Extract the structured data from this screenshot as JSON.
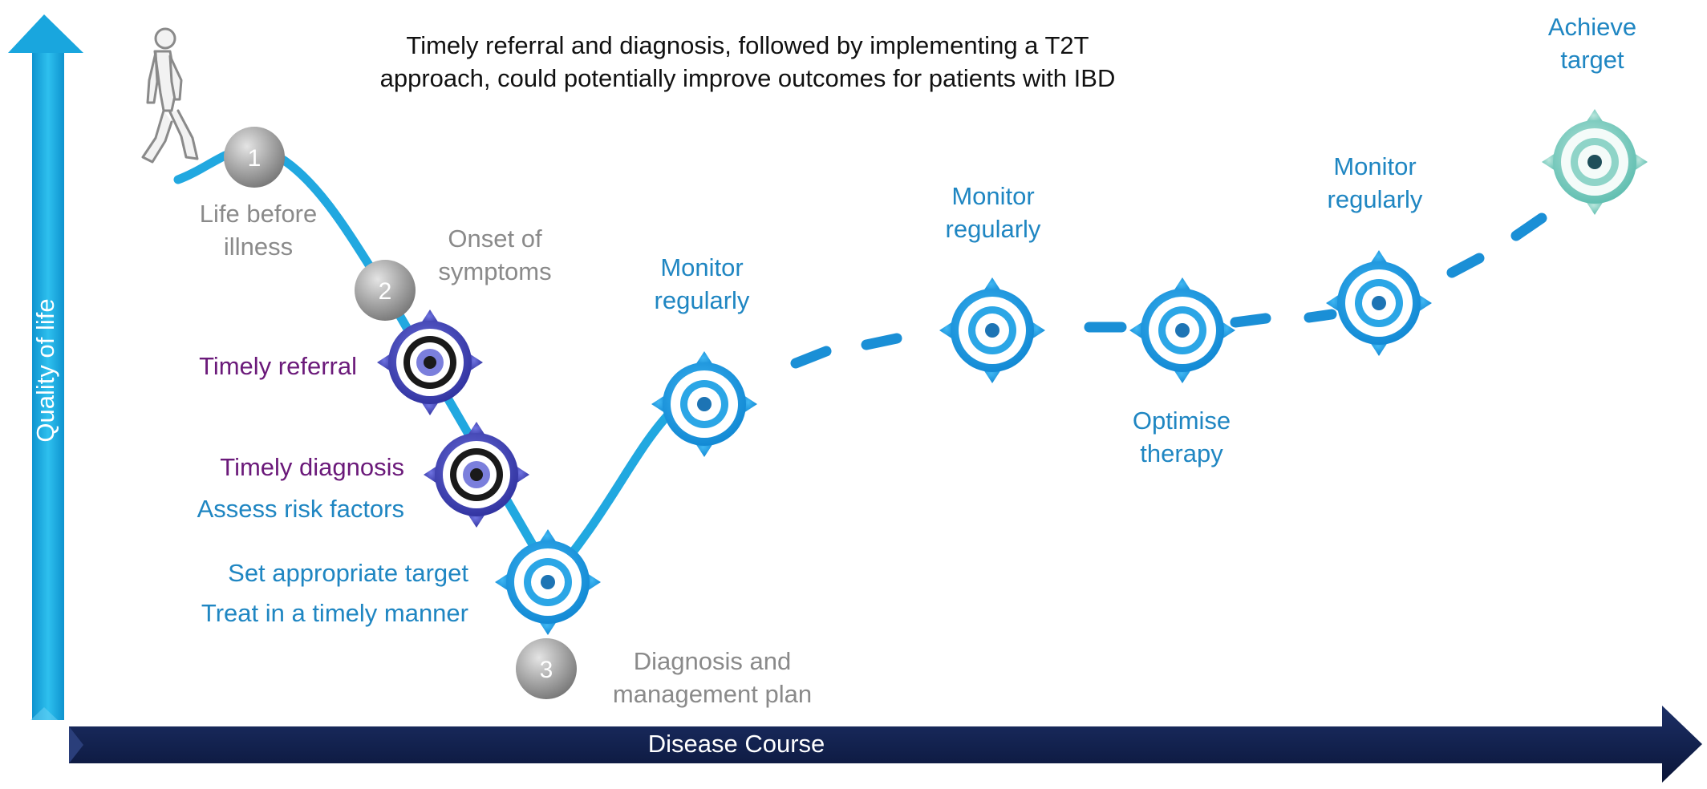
{
  "title": {
    "line1": "Timely referral and diagnosis, followed by implementing a T2T",
    "line2": "approach, could potentially improve outcomes for patients with IBD"
  },
  "axes": {
    "y_label": "Quality of life",
    "x_label": "Disease Course"
  },
  "milestones": [
    {
      "number": "1",
      "lines": [
        "Life before",
        "illness"
      ]
    },
    {
      "number": "2",
      "lines": [
        "Onset of",
        "symptoms"
      ]
    },
    {
      "number": "3",
      "lines": [
        "Diagnosis and",
        "management plan"
      ]
    }
  ],
  "steps": {
    "timely_referral": "Timely referral",
    "timely_diagnosis": "Timely diagnosis",
    "assess_risk": "Assess risk factors",
    "set_target": "Set appropriate target",
    "treat_timely": "Treat in a timely manner",
    "monitor_1": [
      "Monitor",
      "regularly"
    ],
    "monitor_2": [
      "Monitor",
      "regularly"
    ],
    "optimise": [
      "Optimise",
      "therapy"
    ],
    "monitor_3": [
      "Monitor",
      "regularly"
    ],
    "achieve": [
      "Achieve",
      "target"
    ]
  },
  "colors": {
    "gray_text": "#8a8a8a",
    "purple_text": "#6b1a7a",
    "blue_text": "#1f86c2",
    "axis_light_blue": "#1aa9df",
    "axis_navy": "#0f1f4a",
    "path_blue": "#21a8e0",
    "target_blue": "#1a8fd6",
    "target_purple": "#3c3ca8",
    "target_teal": "#68c4b8"
  },
  "icons": {
    "walking_person": "walking-person-icon",
    "target": "target-icon"
  }
}
